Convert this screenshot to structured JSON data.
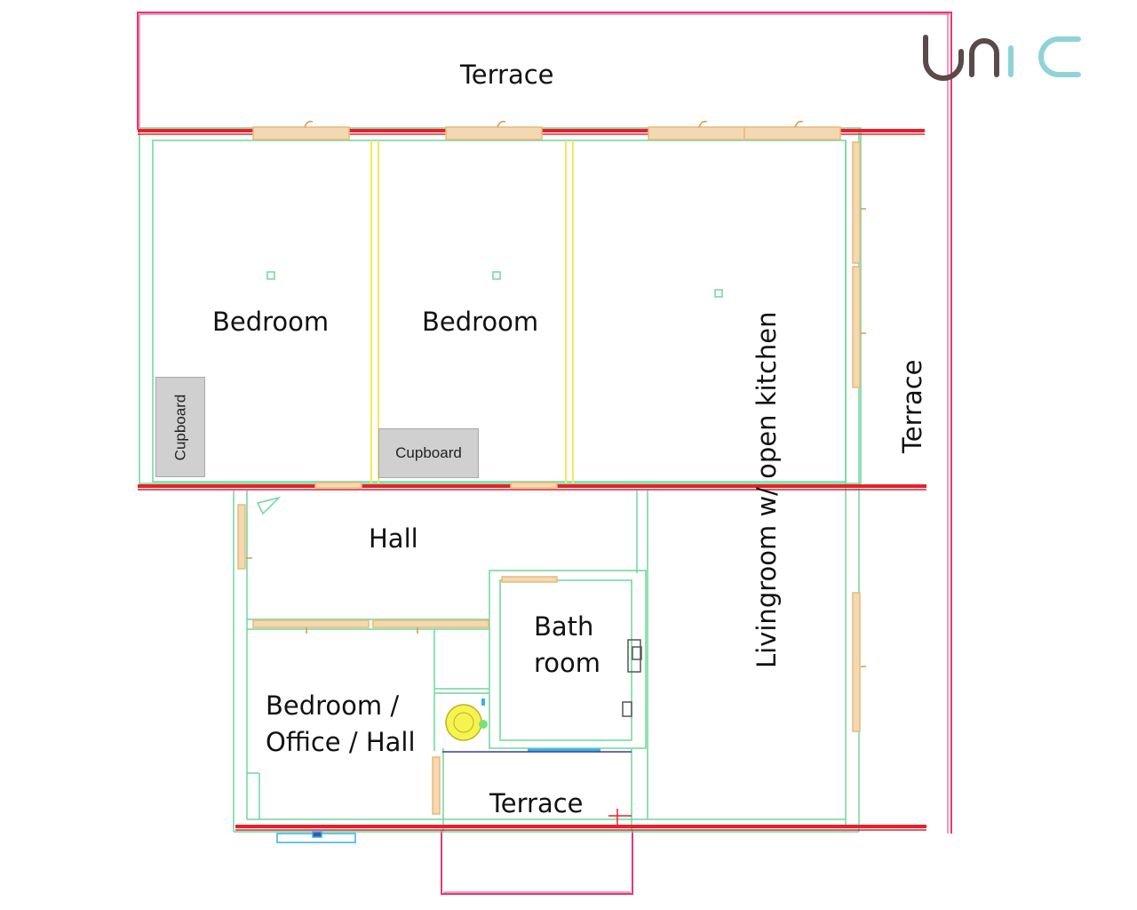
{
  "logo": {
    "text": "unic",
    "colors": {
      "u": "#5a4a4a",
      "n": "#5a4a4a",
      "i": "#5a4a4a",
      "c": "#8fd3d8"
    }
  },
  "rooms": {
    "terrace_top": "Terrace",
    "bedroom_1": "Bedroom",
    "bedroom_2": "Bedroom",
    "livingroom": "Livingroom w/ open kitchen",
    "terrace_right": "Terrace",
    "hall": "Hall",
    "bathroom_line1": "Bath",
    "bathroom_line2": "room",
    "office_line1": "Bedroom /",
    "office_line2": "Office / Hall",
    "terrace_bottom": "Terrace"
  },
  "cupboards": {
    "cupboard_1": "Cupboard",
    "cupboard_2": "Cupboard"
  },
  "colors": {
    "exterior_wall": "#e8202a",
    "terrace_outline": "#e03a7a",
    "interior_wall": "#6fd79a",
    "partition": "#f2ea5a",
    "door_window": "#e9b87a",
    "fixture": "#3ab0e8",
    "cupboard_fill": "#d0d0d0"
  }
}
